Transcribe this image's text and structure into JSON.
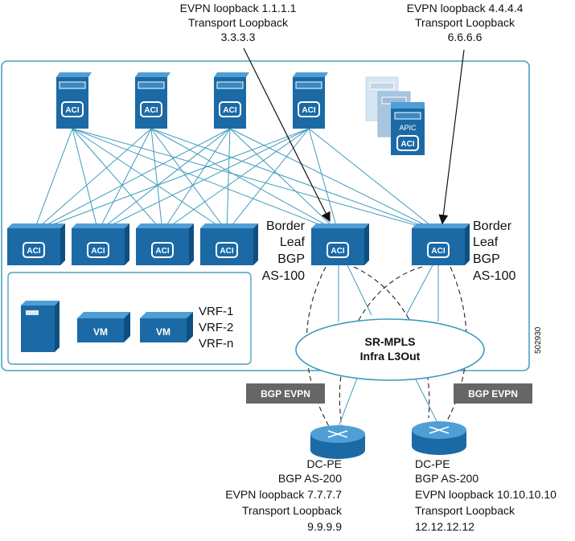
{
  "top_labels": {
    "left": [
      "EVPN loopback 1.1.1.1",
      "Transport Loopback",
      "3.3.3.3"
    ],
    "right": [
      "EVPN loopback 4.4.4.4",
      "Transport Loopback",
      "6.6.6.6"
    ]
  },
  "switch_badge": "ACI",
  "apic_label": "APIC",
  "border_leaf_labels": {
    "left": [
      "Border",
      "Leaf",
      "BGP",
      "AS-100"
    ],
    "right": [
      "Border",
      "Leaf",
      "BGP",
      "AS-100"
    ]
  },
  "vm_label": "VM",
  "vrf_labels": [
    "VRF-1",
    "VRF-2",
    "VRF-n"
  ],
  "cloud_label": [
    "SR-MPLS",
    "Infra L3Out"
  ],
  "bgp_evpn_badge": "BGP EVPN",
  "figure_id": "502930",
  "pe_labels": {
    "left": [
      "DC-PE",
      "BGP AS-200",
      "EVPN loopback 7.7.7.7",
      "Transport Loopback",
      "9.9.9.9"
    ],
    "right": [
      "DC-PE",
      "BGP AS-200",
      "EVPN loopback 10.10.10.10",
      "Transport Loopback",
      "12.12.12.12"
    ]
  },
  "colors": {
    "device_blue": "#1b6aa5",
    "device_top": "#4f9fd6",
    "device_light": "#9fc3de",
    "link": "#3f9bbd",
    "frame": "#4f9fbf",
    "badge": "#666666"
  }
}
